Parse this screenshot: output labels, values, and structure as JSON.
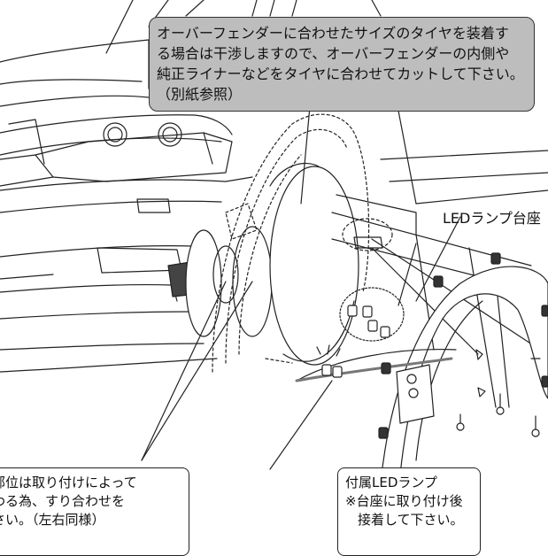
{
  "callout_top": {
    "lines": [
      "オーバーフェンダーに合わせたサイズのタイヤを装着す",
      "る場合は干渉しますので、オーバーフェンダーの内側や",
      "純正ライナーなどをタイヤに合わせてカットして下さい。",
      "（別紙参照）"
    ]
  },
  "label_led_base": "LEDランプ台座",
  "note_left": {
    "lines": [
      "部位は取り付けによって",
      "わる為、すり合わせを",
      "さい。（左右同様）"
    ]
  },
  "note_right": {
    "lines": [
      "付属LEDランプ",
      "※台座に取り付け後",
      "接着して下さい。"
    ]
  }
}
